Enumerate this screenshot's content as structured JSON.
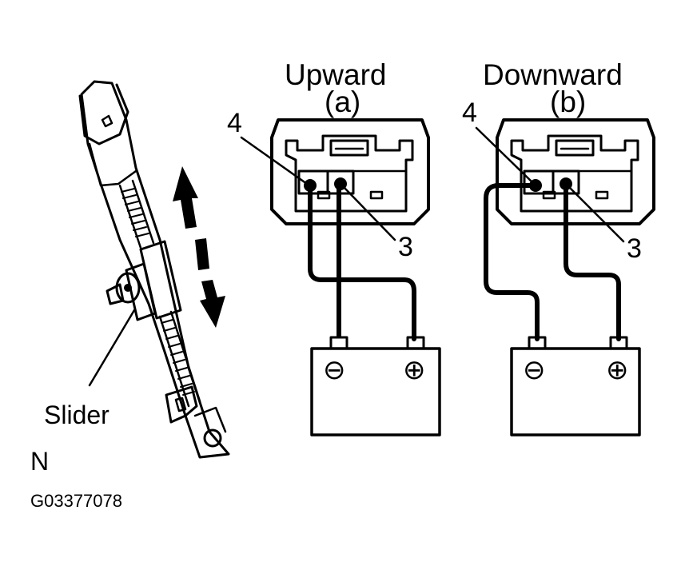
{
  "labels": {
    "slider": "Slider",
    "north_mark": "N",
    "figure_code": "G03377078"
  },
  "panels": [
    {
      "title": "Upward",
      "sub": "(a)",
      "terminal_left": "4",
      "terminal_right": "3",
      "battery_neg": "⊖",
      "battery_pos": "⊕"
    },
    {
      "title": "Downward",
      "sub": "(b)",
      "terminal_left": "4",
      "terminal_right": "3",
      "battery_neg": "⊖",
      "battery_pos": "⊕"
    }
  ]
}
